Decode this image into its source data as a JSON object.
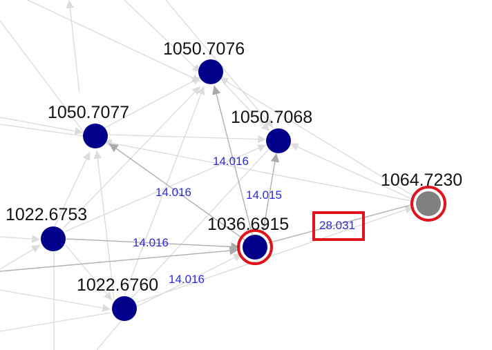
{
  "colors": {
    "node_default": "#00008b",
    "node_target": "#808080",
    "edge_faint": "#d8d8d8",
    "edge_dark": "#aaaaaa",
    "edge_label": "#2a2ad8",
    "highlight": "#e0121c"
  },
  "nodes": [
    {
      "id": "n7076",
      "label": "1050.7076",
      "kind": "default"
    },
    {
      "id": "n7077",
      "label": "1050.7077",
      "kind": "default"
    },
    {
      "id": "n7068",
      "label": "1050.7068",
      "kind": "default"
    },
    {
      "id": "n7230",
      "label": "1064.7230",
      "kind": "target",
      "highlighted": true
    },
    {
      "id": "n6753",
      "label": "1022.6753",
      "kind": "default"
    },
    {
      "id": "n6915",
      "label": "1036.6915",
      "kind": "default",
      "highlighted": true
    },
    {
      "id": "n6760",
      "label": "1022.6760",
      "kind": "default"
    }
  ],
  "edge_labels": [
    {
      "id": "e1",
      "label": "14.016"
    },
    {
      "id": "e2",
      "label": "14.016"
    },
    {
      "id": "e3",
      "label": "14.015"
    },
    {
      "id": "e4",
      "label": "14.016"
    },
    {
      "id": "e5",
      "label": "14.016"
    },
    {
      "id": "e6",
      "label": "28.031",
      "highlighted": true
    }
  ]
}
